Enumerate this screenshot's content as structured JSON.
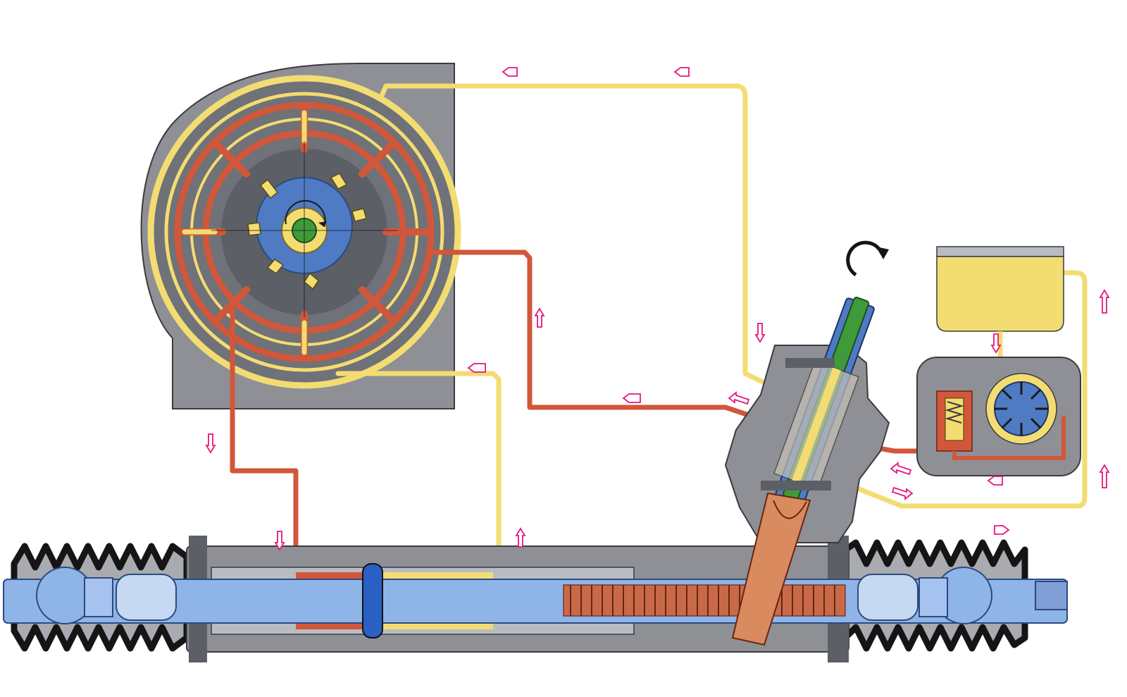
{
  "colors": {
    "background": "#ffffff",
    "housing_gray": "#8e9096",
    "housing_dark": "#5c5f66",
    "return_line_yellow": "#f3dc72",
    "pressure_line_red": "#d2573a",
    "rack_blue": "#8fb4e8",
    "rotor_blue": "#4e7bc4",
    "pinion_orange": "#d98a5e",
    "torsion_bar_green": "#3f9a3a",
    "flow_arrow_pink": "#e8157e",
    "bellows_black": "#151515"
  },
  "components": [
    {
      "id": "rotary-valve",
      "icon": "rotary-valve-cross-section"
    },
    {
      "id": "steering-gear-rack",
      "icon": "rack-and-bellows"
    },
    {
      "id": "pinion-valve-housing",
      "icon": "pinion-cross-section"
    },
    {
      "id": "fluid-reservoir",
      "icon": "reservoir-tank"
    },
    {
      "id": "hydraulic-pump",
      "icon": "vane-pump"
    },
    {
      "id": "pressure-relief-valve",
      "icon": "spring-valve"
    }
  ],
  "indicators": {
    "steering_rotation": "clockwise-arrow-icon",
    "flow_arrows": "pink-outline-arrow-icon"
  }
}
